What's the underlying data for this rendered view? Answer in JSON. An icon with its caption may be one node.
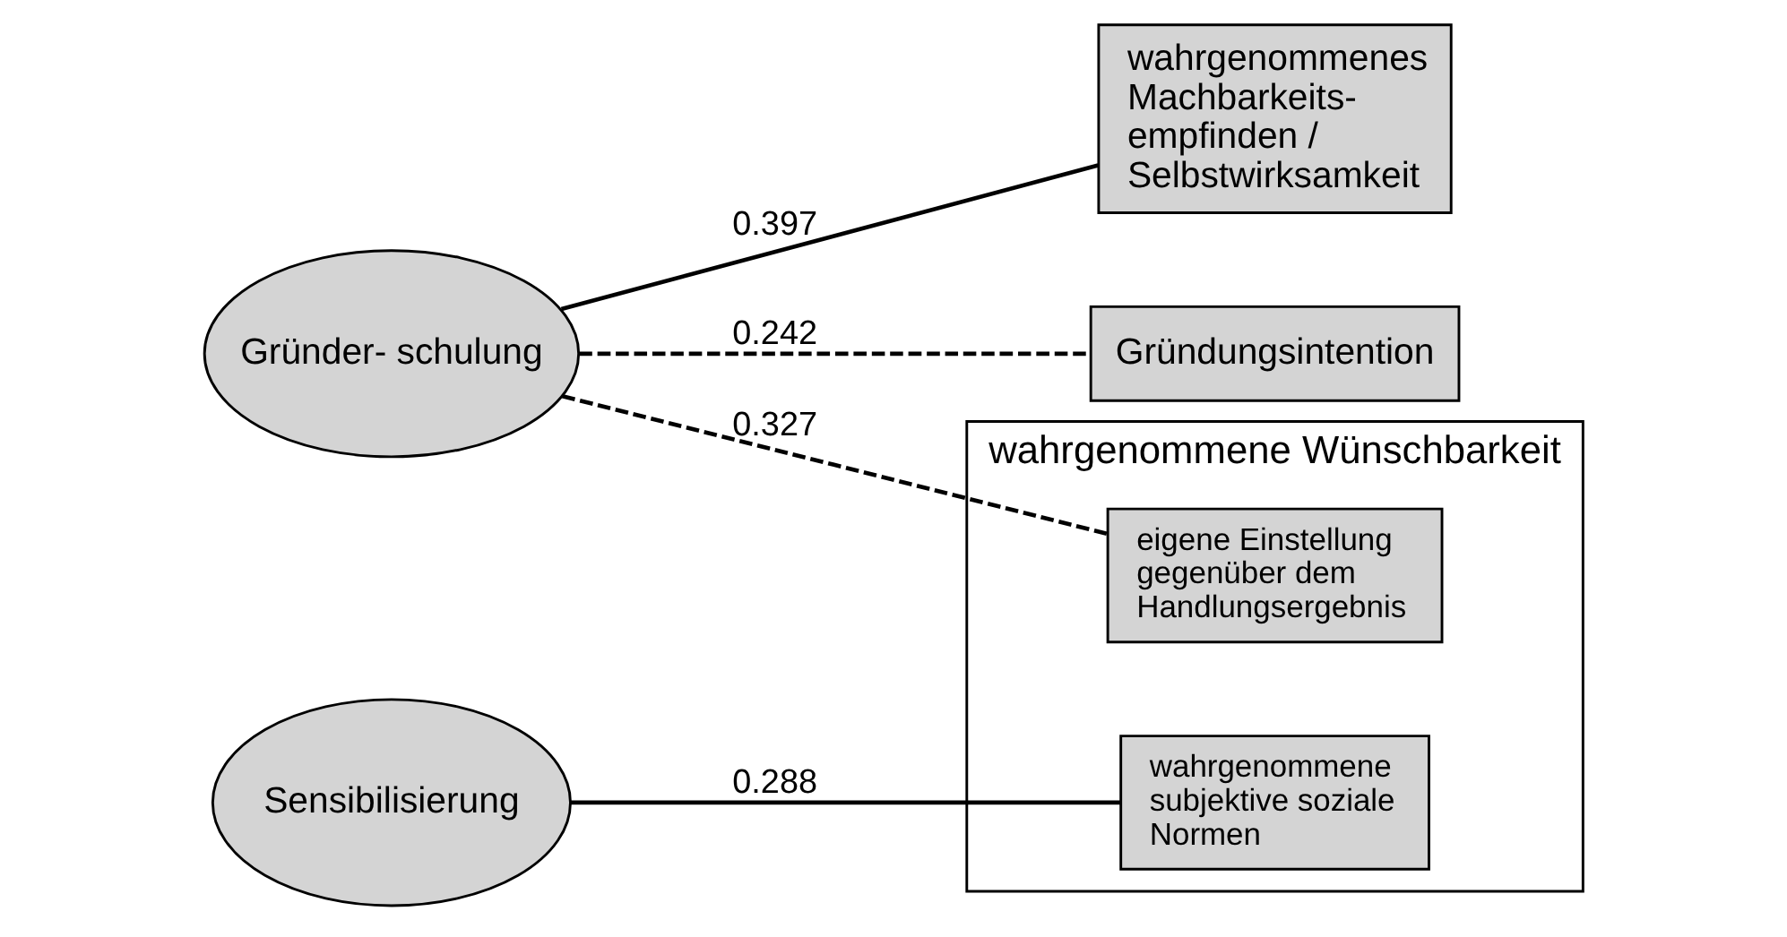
{
  "diagram": {
    "nodes": [
      {
        "text": [
          "Gründer- schulung"
        ]
      },
      {
        "text": [
          "Sensibilisierung"
        ]
      },
      {
        "text": [
          "wahrgenommenes Machbarkeits- empfinden / Selbstwirksamkeit"
        ]
      },
      {
        "text": [
          "Gründungsintention"
        ]
      },
      {
        "text": [
          "wahrgenommene Wünschbarkeit"
        ]
      },
      {
        "text": [
          "eigene Einstellung gegenüber dem Handlungsergebnis"
        ],
        "in": 4
      },
      {
        "text": [
          "wahrgenommene subjektive soziale Normen"
        ],
        "in": 4
      }
    ],
    "edges": [
      {
        "from": 0,
        "to": 2,
        "arrow": "none",
        "label": "0.397"
      },
      {
        "from": 0,
        "to": 3,
        "arrow": "none",
        "label": "0.242",
        "style": "dashed"
      },
      {
        "from": 0,
        "to": 5,
        "arrow": "none",
        "label": "0.327",
        "style": "dashed"
      },
      {
        "from": 1,
        "to": 6,
        "arrow": "none",
        "label": "0.288"
      }
    ]
  }
}
